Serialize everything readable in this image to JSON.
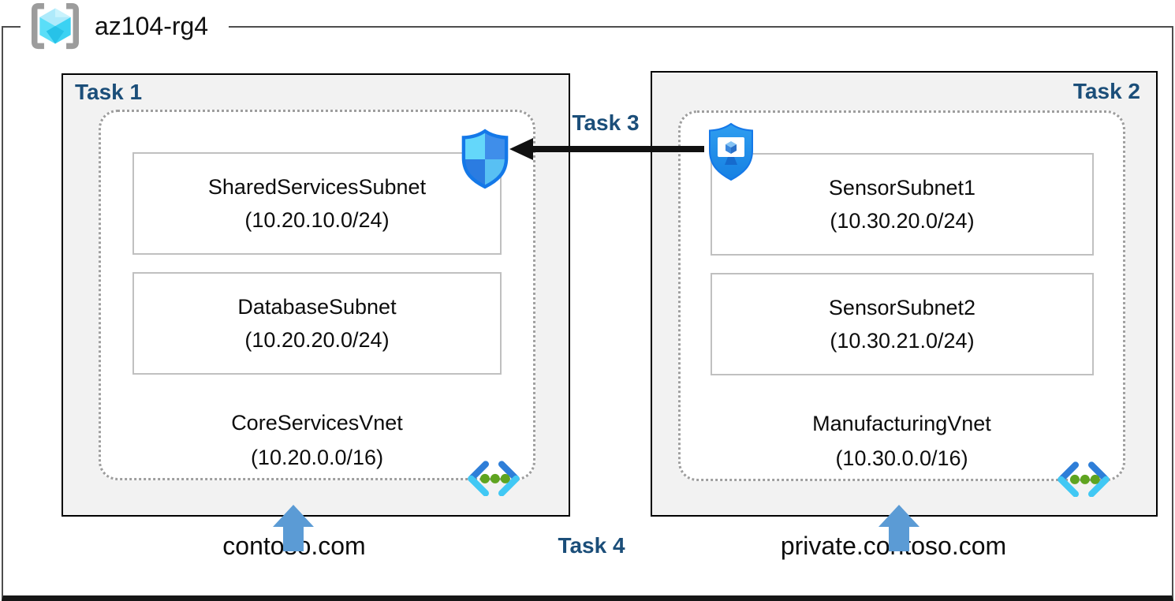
{
  "resource_group": {
    "name": "az104-rg4"
  },
  "vnets": [
    {
      "task_label": "Task 1",
      "name": "CoreServicesVnet",
      "cidr": "(10.20.0.0/16)",
      "dns_zone": "contoso.com",
      "subnets": [
        {
          "name": "SharedServicesSubnet",
          "cidr": "(10.20.10.0/24)"
        },
        {
          "name": "DatabaseSubnet",
          "cidr": "(10.20.20.0/24)"
        }
      ]
    },
    {
      "task_label": "Task 2",
      "name": "ManufacturingVnet",
      "cidr": "(10.30.0.0/16)",
      "dns_zone": "private.contoso.com",
      "subnets": [
        {
          "name": "SensorSubnet1",
          "cidr": "(10.30.20.0/24)"
        },
        {
          "name": "SensorSubnet2",
          "cidr": "(10.30.21.0/24)"
        }
      ]
    }
  ],
  "connections": {
    "peering_label": "Task 3",
    "dns_label": "Task 4"
  },
  "icons": {
    "resource_group": "resource-group-brackets-cube-icon",
    "left_shield": "network-security-group-shield-icon",
    "right_shield": "bastion-shield-monitor-icon",
    "vnet": "virtual-network-chevrons-icon",
    "dns_arrow": "up-arrow-icon"
  },
  "colors": {
    "task_label_navy": "#1B4E79",
    "box_background": "#F2F2F2",
    "dns_arrow_blue": "#5B9BD5",
    "peering_arrow_black": "#111111",
    "shield_blue": "#1E8CE8",
    "vnet_icon_blue": "#2E7ED8",
    "vnet_icon_cyan": "#41C8F4",
    "vnet_icon_green": "#5EA420",
    "cube_cyan": "#4FD8F5"
  }
}
